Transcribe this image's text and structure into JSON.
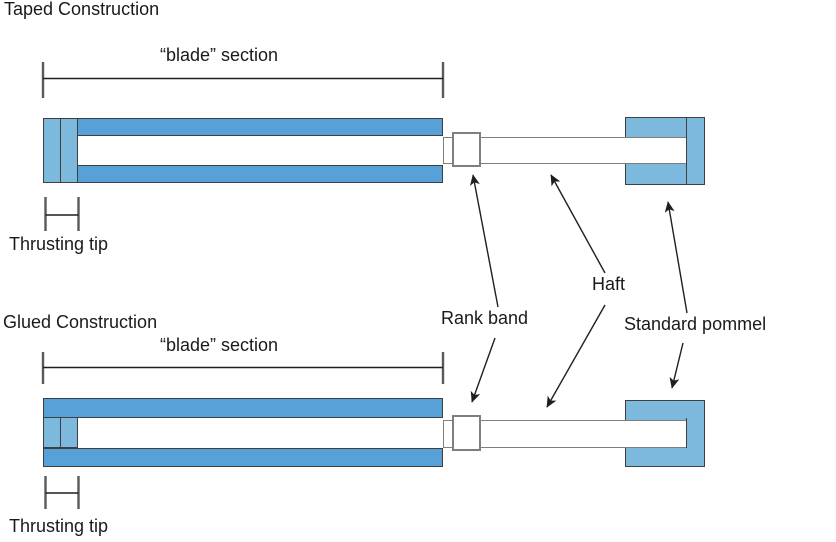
{
  "diagram": {
    "sections": {
      "taped": {
        "title": "Taped Construction",
        "blade_label": "“blade” section",
        "tip_label": "Thrusting tip"
      },
      "glued": {
        "title": "Glued Construction",
        "blade_label": "“blade” section",
        "tip_label": "Thrusting tip"
      }
    },
    "callouts": {
      "rank_band": "Rank band",
      "haft": "Haft",
      "standard_pommel": "Standard pommel"
    },
    "colors": {
      "bg": "#ffffff",
      "blade_blue": "#58a0d8",
      "tip_blue": "#7cb9dc",
      "shape_border": "#3f3f3f",
      "soft_border": "#7f7f7f",
      "line": "#1f1f1f",
      "tick": "#595959",
      "text": "#1a1a1a"
    }
  }
}
